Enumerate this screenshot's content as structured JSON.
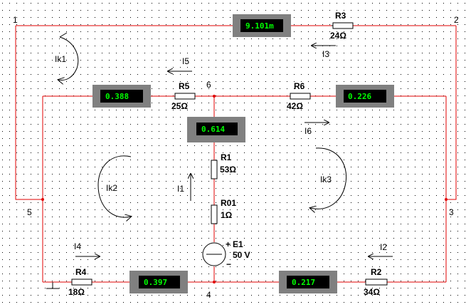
{
  "nodes": {
    "n1": "1",
    "n2": "2",
    "n3": "3",
    "n4": "4",
    "n5": "5",
    "n6": "6"
  },
  "resistors": {
    "r3": {
      "name": "R3",
      "value": "24Ω"
    },
    "r5": {
      "name": "R5",
      "value": "25Ω"
    },
    "r6": {
      "name": "R6",
      "value": "42Ω"
    },
    "r1": {
      "name": "R1",
      "value": "53Ω"
    },
    "r01": {
      "name": "R01",
      "value": "1Ω"
    },
    "r4": {
      "name": "R4",
      "value": "18Ω"
    },
    "r2": {
      "name": "R2",
      "value": "34Ω"
    }
  },
  "source": {
    "name": "E1",
    "value": "50 V",
    "plus": "+",
    "minus": "−"
  },
  "meters": {
    "m_top": "9.101m",
    "m_i5": "0.388",
    "m_i6": "0.226",
    "m_i1": "0.614",
    "m_i4": "0.397",
    "m_i2": "0.217"
  },
  "currents": {
    "i1": "I1",
    "i2": "I2",
    "i3": "I3",
    "i4": "I4",
    "i5": "I5",
    "i6": "I6"
  },
  "loops": {
    "ik1": "Ik1",
    "ik2": "Ik2",
    "ik3": "Ik3"
  },
  "colors": {
    "wire": "#e00000",
    "meter_body": "#808080",
    "meter_screen": "#000000",
    "meter_digits": "#00ff00",
    "grid_dot": "#000000"
  }
}
